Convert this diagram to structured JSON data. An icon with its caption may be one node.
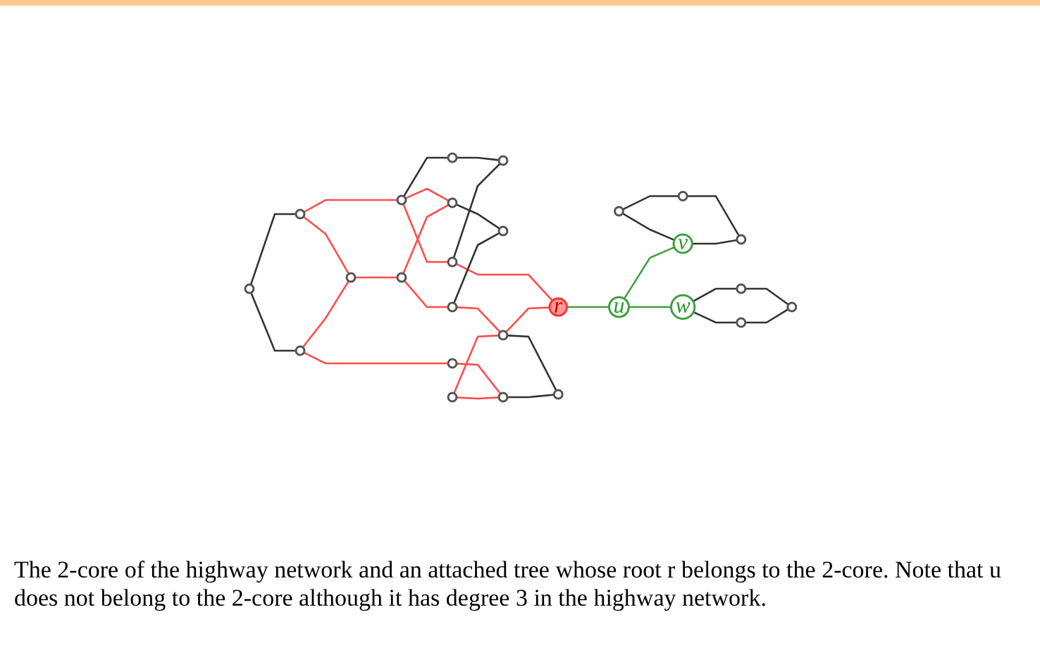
{
  "diagram": {
    "caption": "The 2-core of the highway network and an attached tree whose root r belongs to the 2-core. Note that u does not belong to the 2-core although it has degree 3 in the highway network.",
    "nodes": [
      {
        "text": [],
        "shape": "circle"
      },
      {
        "text": [],
        "shape": "circle"
      },
      {
        "text": [],
        "shape": "circle"
      },
      {
        "text": [],
        "shape": "circle"
      },
      {
        "text": [],
        "shape": "circle"
      },
      {
        "text": [],
        "shape": "circle"
      },
      {
        "text": [],
        "shape": "circle"
      },
      {
        "text": [],
        "shape": "circle"
      },
      {
        "text": [],
        "shape": "circle"
      },
      {
        "text": [],
        "shape": "circle"
      },
      {
        "text": [],
        "shape": "circle"
      },
      {
        "text": [],
        "shape": "circle"
      },
      {
        "text": [],
        "shape": "circle"
      },
      {
        "text": [],
        "shape": "circle"
      },
      {
        "text": [
          "v"
        ]
      },
      {
        "text": [],
        "shape": "circle"
      },
      {
        "text": [],
        "shape": "circle"
      },
      {
        "text": [
          "r"
        ]
      },
      {
        "text": [
          "u"
        ]
      },
      {
        "text": [],
        "shape": "circle"
      },
      {
        "text": [],
        "shape": "circle"
      },
      {
        "text": [],
        "shape": "circle"
      },
      {
        "text": [],
        "shape": "circle"
      },
      {
        "text": [
          "w"
        ]
      },
      {
        "text": [],
        "shape": "circle"
      },
      {
        "text": [],
        "shape": "circle"
      },
      {
        "text": [],
        "shape": "circle"
      }
    ],
    "edges": [
      {
        "from": 0,
        "to": 1,
        "arrow": "none"
      },
      {
        "from": 0,
        "to": 2,
        "arrow": "none"
      },
      {
        "from": 1,
        "to": 3,
        "arrow": "none",
        "color": "#ff4d4d"
      },
      {
        "from": 2,
        "to": 3,
        "arrow": "none",
        "color": "#ff4d4d"
      },
      {
        "from": 1,
        "to": 4,
        "arrow": "none",
        "color": "#ff4d4d"
      },
      {
        "from": 3,
        "to": 8,
        "arrow": "none",
        "color": "#ff4d4d"
      },
      {
        "from": 2,
        "to": 16,
        "arrow": "none",
        "color": "#ff4d4d"
      },
      {
        "from": 4,
        "to": 5,
        "arrow": "none"
      },
      {
        "from": 5,
        "to": 7,
        "arrow": "none"
      },
      {
        "from": 6,
        "to": 7,
        "arrow": "none"
      },
      {
        "from": 4,
        "to": 6,
        "arrow": "none",
        "color": "#ff4d4d"
      },
      {
        "from": 4,
        "to": 9,
        "arrow": "none",
        "color": "#ff4d4d"
      },
      {
        "from": 6,
        "to": 17,
        "arrow": "none",
        "color": "#ff4d4d"
      },
      {
        "from": 8,
        "to": 9,
        "arrow": "none",
        "color": "#ff4d4d"
      },
      {
        "from": 8,
        "to": 10,
        "arrow": "none",
        "color": "#ff4d4d"
      },
      {
        "from": 9,
        "to": 11,
        "arrow": "none"
      },
      {
        "from": 10,
        "to": 11,
        "arrow": "none"
      },
      {
        "from": 10,
        "to": 20,
        "arrow": "none",
        "color": "#ff4d4d"
      },
      {
        "from": 12,
        "to": 13,
        "arrow": "none"
      },
      {
        "from": 12,
        "to": 14,
        "arrow": "none"
      },
      {
        "from": 13,
        "to": 15,
        "arrow": "none"
      },
      {
        "from": 14,
        "to": 15,
        "arrow": "none"
      },
      {
        "from": 16,
        "to": 21,
        "arrow": "none",
        "color": "#ff4d4d"
      },
      {
        "from": 17,
        "to": 18,
        "arrow": "none",
        "color": "#3fa03f"
      },
      {
        "from": 18,
        "to": 14,
        "arrow": "none",
        "color": "#3fa03f"
      },
      {
        "from": 18,
        "to": 23,
        "arrow": "none",
        "color": "#3fa03f"
      },
      {
        "from": 19,
        "to": 20,
        "arrow": "none",
        "color": "#ff4d4d"
      },
      {
        "from": 19,
        "to": 21,
        "arrow": "none",
        "color": "#ff4d4d"
      },
      {
        "from": 20,
        "to": 22,
        "arrow": "none"
      },
      {
        "from": 21,
        "to": 22,
        "arrow": "none"
      },
      {
        "from": 20,
        "to": 17,
        "arrow": "none",
        "color": "#ff4d4d"
      },
      {
        "from": 23,
        "to": 24,
        "arrow": "none"
      },
      {
        "from": 23,
        "to": 25,
        "arrow": "none"
      },
      {
        "from": 24,
        "to": 26,
        "arrow": "none"
      },
      {
        "from": 25,
        "to": 26,
        "arrow": "none"
      }
    ]
  }
}
